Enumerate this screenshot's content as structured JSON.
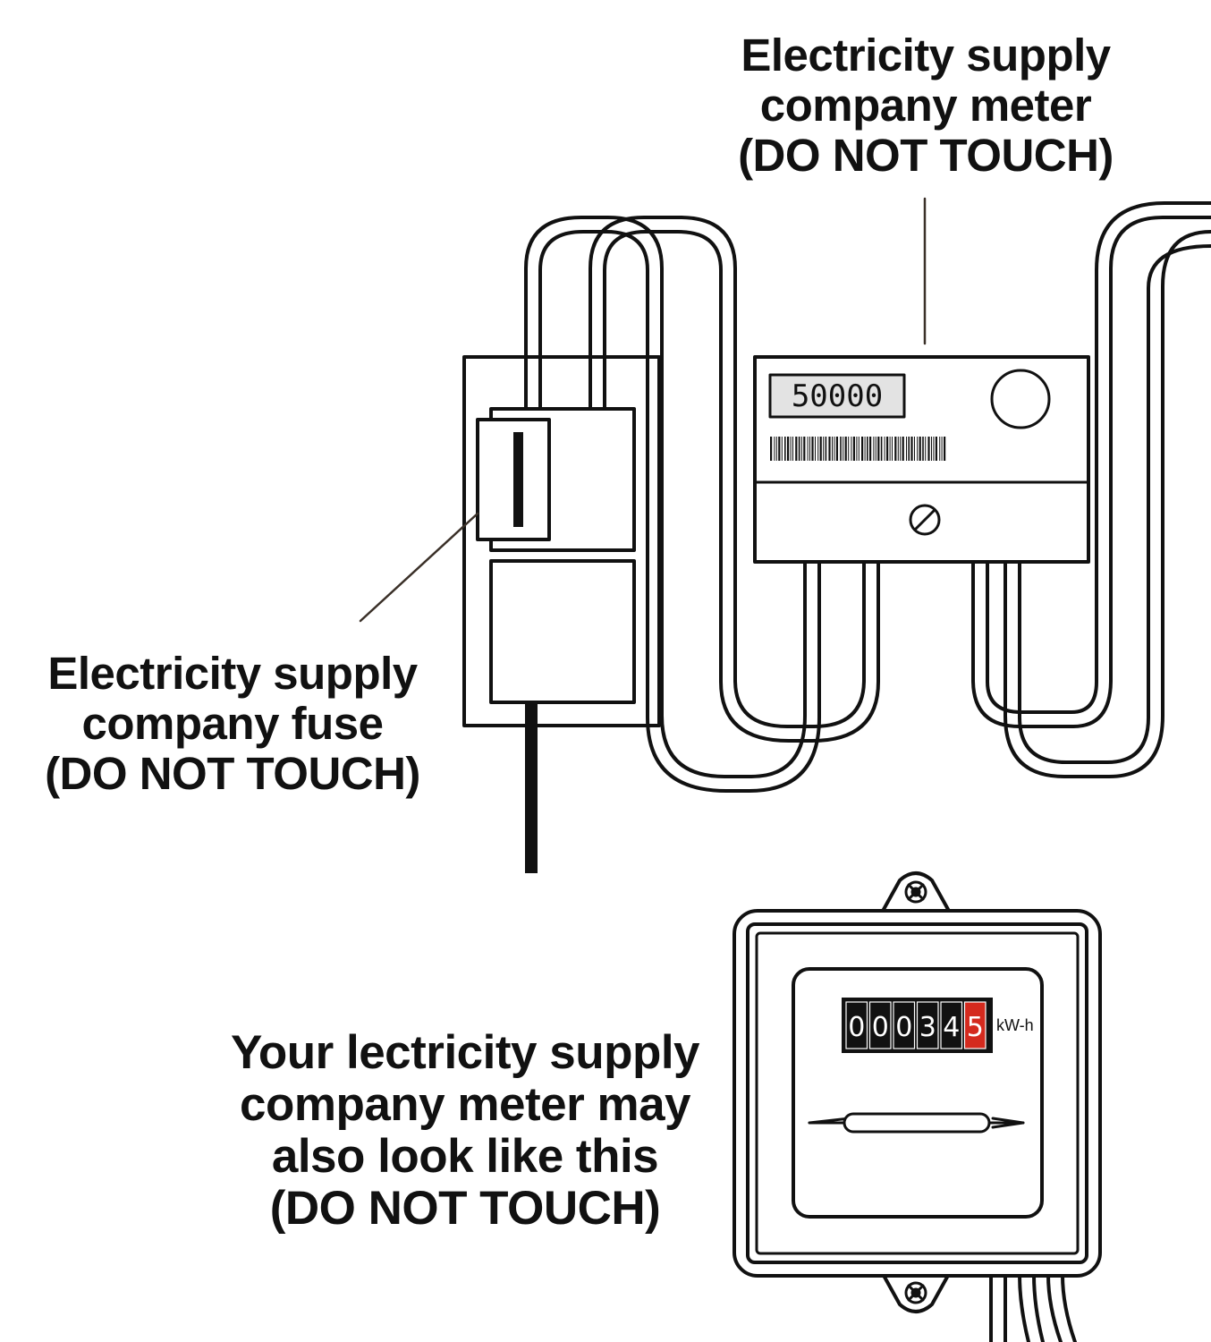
{
  "labels": {
    "meter": {
      "lines": [
        "Electricity supply",
        "company meter",
        "(DO NOT TOUCH)"
      ]
    },
    "fuse": {
      "lines": [
        "Electricity supply",
        "company fuse",
        "(DO NOT TOUCH)"
      ]
    },
    "alt_meter": {
      "lines": [
        "Your lectricity supply",
        "company meter may",
        "also look like this",
        "(DO NOT TOUCH)"
      ]
    }
  },
  "digital_meter": {
    "display_reading": "50000"
  },
  "analog_meter": {
    "digits": [
      "0",
      "0",
      "0",
      "3",
      "4",
      "5"
    ],
    "unit": "kW-h",
    "highlight_color": "#d42a1e"
  },
  "colors": {
    "line": "#111111",
    "background": "#ffffff",
    "lcd_background": "#e3e3e3",
    "leader_line": "#3a3028"
  }
}
